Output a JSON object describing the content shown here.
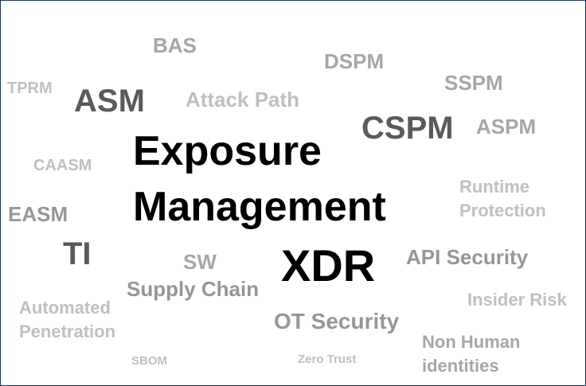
{
  "words": {
    "bas": "BAS",
    "dspm": "DSPM",
    "tprm": "TPRM",
    "asm": "ASM",
    "attack_path": "Attack Path",
    "sspm": "SSPM",
    "cspm": "CSPM",
    "aspm": "ASPM",
    "exposure": "Exposure",
    "caasm": "CAASM",
    "management": "Management",
    "runtime_protection": "Runtime\nProtection",
    "easm": "EASM",
    "ti": "TI",
    "sw": "SW",
    "xdr": "XDR",
    "api_security": "API Security",
    "supply_chain": "Supply Chain",
    "insider_risk": "Insider Risk",
    "automated_penetration": "Automated\nPenetration",
    "ot_security": "OT Security",
    "non_human_identities": "Non Human\nidentities",
    "sbom": "SBOM",
    "zero_trust": "Zero Trust"
  },
  "colors": {
    "border": "#1f3558",
    "light": "#c0c0c0",
    "mid": "#a6a6a6",
    "dark": "#5a5a5a",
    "black": "#000000"
  }
}
